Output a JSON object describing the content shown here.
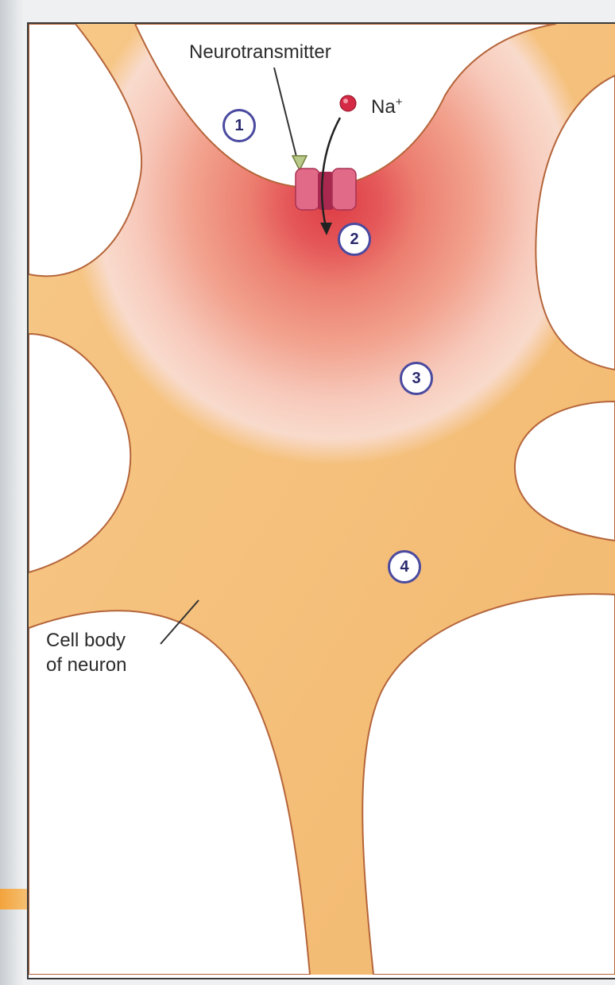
{
  "labels": {
    "neurotransmitter": "Neurotransmitter",
    "sodium_ion": "Na",
    "sodium_charge": "+",
    "cell_body_line1": "Cell body",
    "cell_body_line2": "of neuron"
  },
  "steps": [
    "1",
    "2",
    "3",
    "4"
  ],
  "colors": {
    "cell_fill": "#f6c27c",
    "cell_edge": "#b5653a",
    "depolarization_core": "#e2464a",
    "depolarization_fade": "#f7dcd4",
    "channel": "#d9556f",
    "ion": "#d42a45",
    "step_ring": "#4a4aa0",
    "neurotransmitter": "#b9c98a"
  },
  "icons": {
    "ion": "sodium-ion-icon",
    "channel": "ion-channel-icon",
    "neurotransmitter": "neurotransmitter-triangle-icon"
  }
}
